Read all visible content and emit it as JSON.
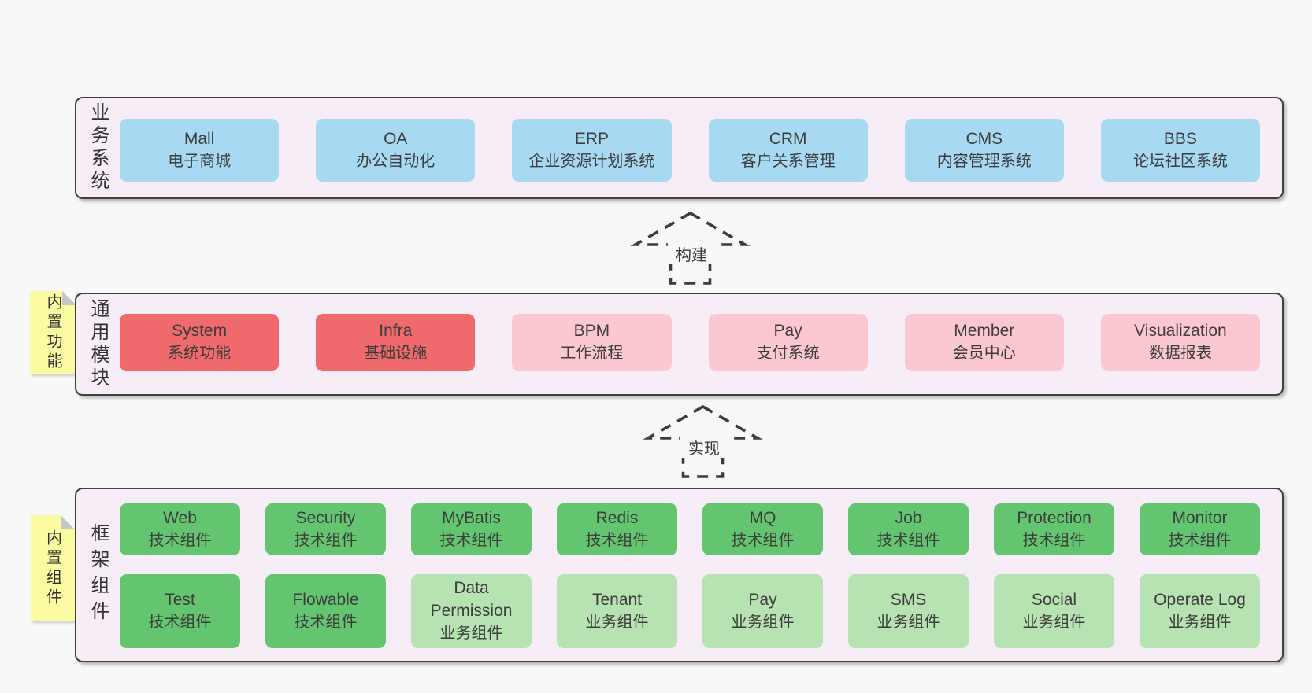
{
  "colors": {
    "page_bg": "#f8f8f8",
    "container_bg": "#f7edf6",
    "container_border": "#404040",
    "blue": "#a7d9f2",
    "red": "#f0696c",
    "pink": "#fbc8d1",
    "green": "#63c56f",
    "lightgreen": "#b7e2b2",
    "sticky": "#fbfba1",
    "sticky_fold": "#c6c6c6",
    "arrow": "#3c3c3c"
  },
  "arrows": [
    {
      "label": "构建"
    },
    {
      "label": "实现"
    }
  ],
  "layers": {
    "business": {
      "label": "业务系统",
      "boxes": [
        {
          "title": "Mall",
          "subtitle": "电子商城",
          "variant": "blue"
        },
        {
          "title": "OA",
          "subtitle": "办公自动化",
          "variant": "blue"
        },
        {
          "title": "ERP",
          "subtitle": "企业资源计划系统",
          "variant": "blue"
        },
        {
          "title": "CRM",
          "subtitle": "客户关系管理",
          "variant": "blue"
        },
        {
          "title": "CMS",
          "subtitle": "内容管理系统",
          "variant": "blue"
        },
        {
          "title": "BBS",
          "subtitle": "论坛社区系统",
          "variant": "blue"
        }
      ]
    },
    "modules": {
      "label": "通用模块",
      "sticky": "内置功能",
      "boxes": [
        {
          "title": "System",
          "subtitle": "系统功能",
          "variant": "red"
        },
        {
          "title": "Infra",
          "subtitle": "基础设施",
          "variant": "red"
        },
        {
          "title": "BPM",
          "subtitle": "工作流程",
          "variant": "pink"
        },
        {
          "title": "Pay",
          "subtitle": "支付系统",
          "variant": "pink"
        },
        {
          "title": "Member",
          "subtitle": "会员中心",
          "variant": "pink"
        },
        {
          "title": "Visualization",
          "subtitle": "数据报表",
          "variant": "pink"
        }
      ]
    },
    "components": {
      "label": "框架组件",
      "sticky": "内置组件",
      "rows": [
        [
          {
            "title": "Web",
            "subtitle": "技术组件",
            "variant": "green"
          },
          {
            "title": "Security",
            "subtitle": "技术组件",
            "variant": "green"
          },
          {
            "title": "MyBatis",
            "subtitle": "技术组件",
            "variant": "green"
          },
          {
            "title": "Redis",
            "subtitle": "技术组件",
            "variant": "green"
          },
          {
            "title": "MQ",
            "subtitle": "技术组件",
            "variant": "green"
          },
          {
            "title": "Job",
            "subtitle": "技术组件",
            "variant": "green"
          },
          {
            "title": "Protection",
            "subtitle": "技术组件",
            "variant": "green"
          },
          {
            "title": "Monitor",
            "subtitle": "技术组件",
            "variant": "green"
          }
        ],
        [
          {
            "title": "Test",
            "subtitle": "技术组件",
            "variant": "green"
          },
          {
            "title": "Flowable",
            "subtitle": "技术组件",
            "variant": "green"
          },
          {
            "title": "Data Permission",
            "subtitle": "业务组件",
            "variant": "lightgreen"
          },
          {
            "title": "Tenant",
            "subtitle": "业务组件",
            "variant": "lightgreen"
          },
          {
            "title": "Pay",
            "subtitle": "业务组件",
            "variant": "lightgreen"
          },
          {
            "title": "SMS",
            "subtitle": "业务组件",
            "variant": "lightgreen"
          },
          {
            "title": "Social",
            "subtitle": "业务组件",
            "variant": "lightgreen"
          },
          {
            "title": "Operate Log",
            "subtitle": "业务组件",
            "variant": "lightgreen"
          }
        ]
      ]
    }
  }
}
